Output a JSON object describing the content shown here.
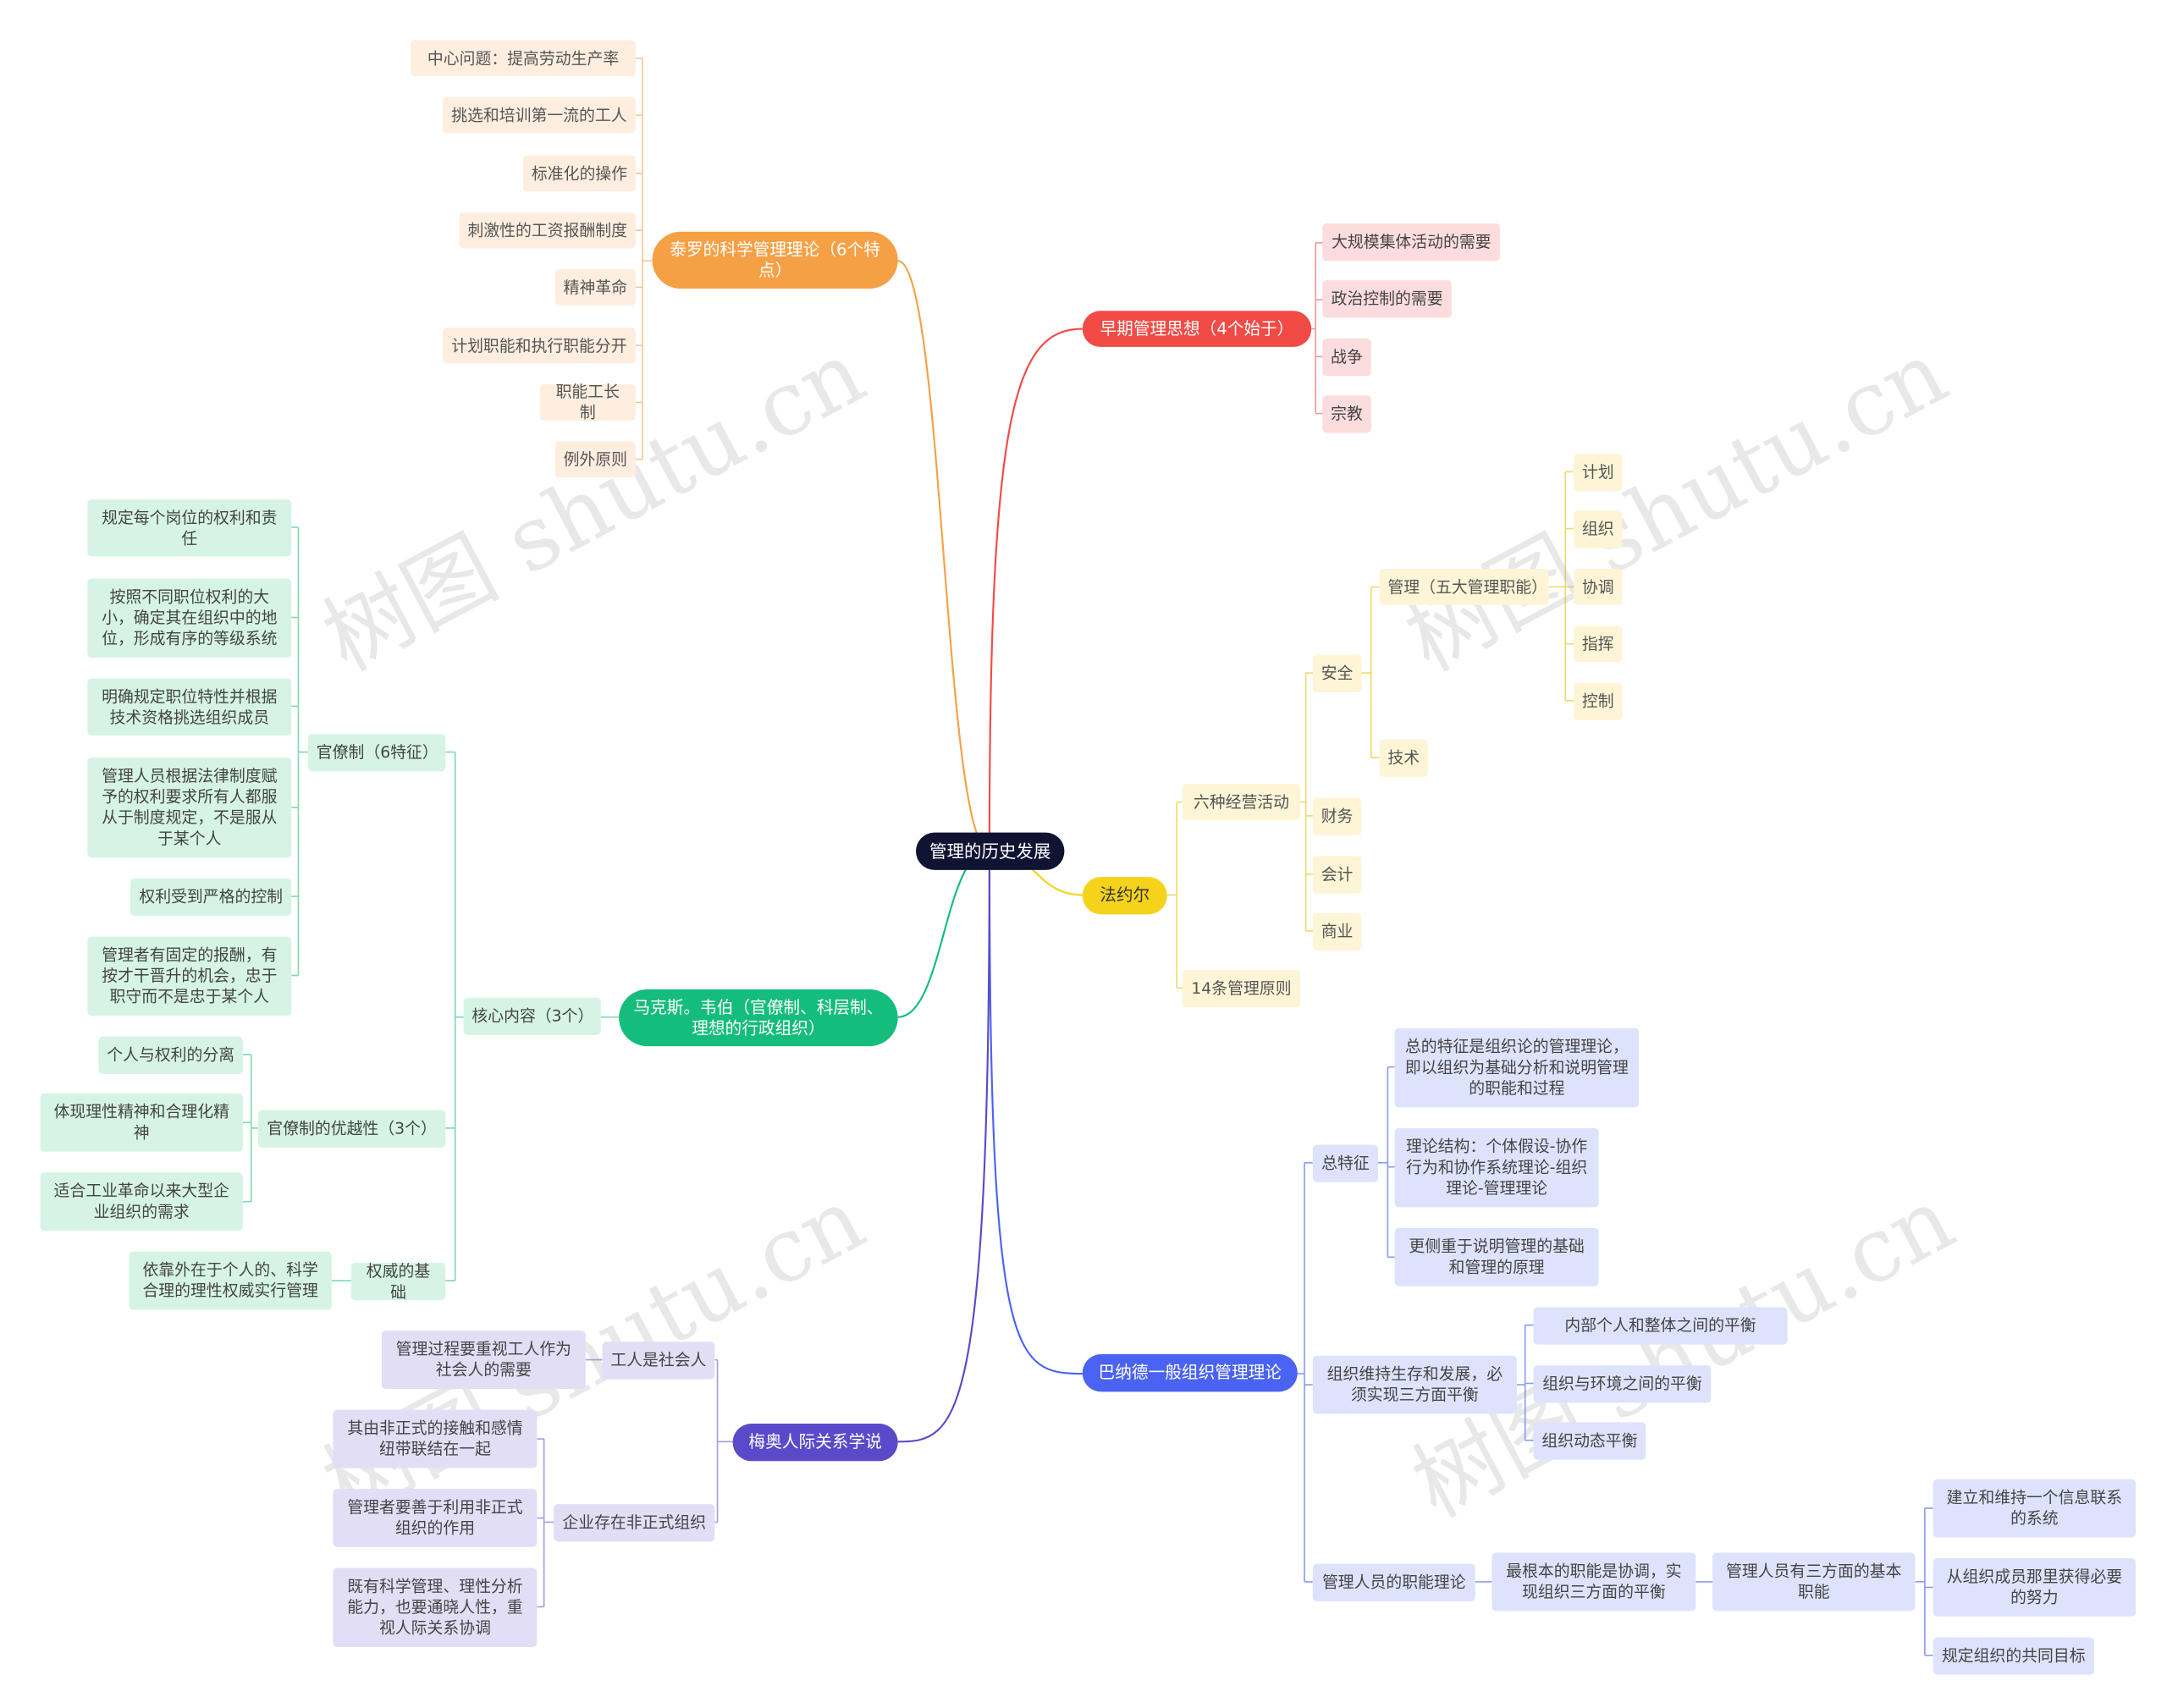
{
  "watermark": "树图 shutu.cn",
  "root": "管理的历史发展",
  "taylor": {
    "label": "泰罗的科学管理理论（6个特点）",
    "items": [
      "中心问题：提高劳动生产率",
      "挑选和培训第一流的工人",
      "标准化的操作",
      "刺激性的工资报酬制度",
      "精神革命",
      "计划职能和执行职能分开",
      "职能工长制",
      "例外原则"
    ]
  },
  "early": {
    "label": "早期管理思想（4个始于）",
    "items": [
      "大规模集体活动的需要",
      "政治控制的需要",
      "战争",
      "宗教"
    ]
  },
  "fayol": {
    "label": "法约尔",
    "six": "六种经营活动",
    "anquan": "安全",
    "guanli": "管理（五大管理职能）",
    "functions": [
      "计划",
      "组织",
      "协调",
      "指挥",
      "控制"
    ],
    "jishu": "技术",
    "others": [
      "财务",
      "会计",
      "商业"
    ],
    "principles": "14条管理原则"
  },
  "weber": {
    "label": "马克斯。韦伯（官僚制、科层制、理想的行政组织）",
    "core": "核心内容（3个）",
    "bureau": "官僚制（6特征）",
    "bureau_items": [
      "规定每个岗位的权利和责任",
      "按照不同职位权利的大小，确定其在组织中的地位，形成有序的等级系统",
      "明确规定职位特性并根据技术资格挑选组织成员",
      "管理人员根据法律制度赋予的权利要求所有人都服从于制度规定，不是服从于某个人",
      "权利受到严格的控制",
      "管理者有固定的报酬，有按才干晋升的机会，忠于职守而不是忠于某个人"
    ],
    "adv": "官僚制的优越性（3个）",
    "adv_items": [
      "个人与权利的分离",
      "体现理性精神和合理化精神",
      "适合工业革命以来大型企业组织的需求"
    ],
    "auth": "权威的基础",
    "auth_item": "依靠外在于个人的、科学合理的理性权威实行管理"
  },
  "mayo": {
    "label": "梅奥人际关系学说",
    "social": "工人是社会人",
    "social_item": "管理过程要重视工人作为社会人的需要",
    "informal": "企业存在非正式组织",
    "informal_items": [
      "其由非正式的接触和感情纽带联结在一起",
      "管理者要善于利用非正式组织的作用",
      "既有科学管理、理性分析能力，也要通晓人性，重视人际关系协调"
    ]
  },
  "barnard": {
    "label": "巴纳德一般组织管理理论",
    "general": "总特征",
    "general_items": [
      "总的特征是组织论的管理理论，即以组织为基础分析和说明管理的职能和过程",
      "理论结构：个体假设-协作行为和协作系统理论-组织理论-管理理论",
      "更侧重于说明管理的基础和管理的原理"
    ],
    "balance": "组织维持生存和发展，必须实现三方面平衡",
    "balance_items": [
      "内部个人和整体之间的平衡",
      "组织与环境之间的平衡",
      "组织动态平衡"
    ],
    "mgr": "管理人员的职能理论",
    "coord": "最根本的职能是协调，实现组织三方面的平衡",
    "three": "管理人员有三方面的基本职能",
    "three_items": [
      "建立和维持一个信息联系的系统",
      "从组织成员那里获得必要的努力",
      "规定组织的共同目标"
    ]
  },
  "colors": {
    "taylor": "#f6a046",
    "early": "#f24a45",
    "fayol": "#f5d31a",
    "weber": "#14bd7c",
    "barnard": "#4a63f2",
    "mayo": "#5a49c9"
  }
}
